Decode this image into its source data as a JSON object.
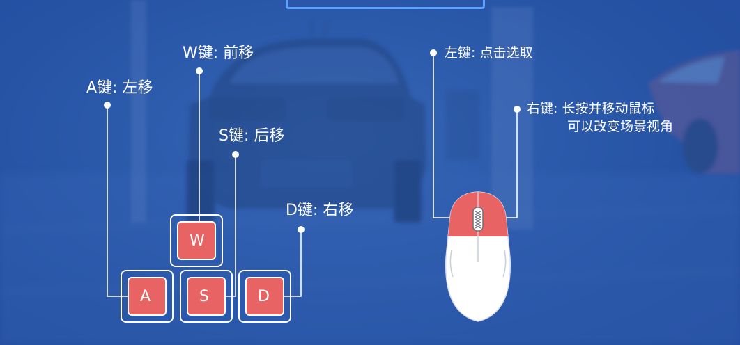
{
  "labels": {
    "w": "W键: 前移",
    "a": "A键: 左移",
    "s": "S键: 后移",
    "d": "D键: 右移",
    "left_click": "左键: 点击选取",
    "right_click_line1": "右键: 长按并移动鼠标",
    "right_click_line2": "可以改变场景视角"
  },
  "keys": {
    "w": "W",
    "a": "A",
    "s": "S",
    "d": "D"
  },
  "icons": {
    "mouse": "computer-mouse-icon"
  },
  "colors": {
    "background": "#2a58aa",
    "key_fill": "#e86464",
    "accent_frame": "#5aa0ff",
    "line": "#ffffff"
  }
}
